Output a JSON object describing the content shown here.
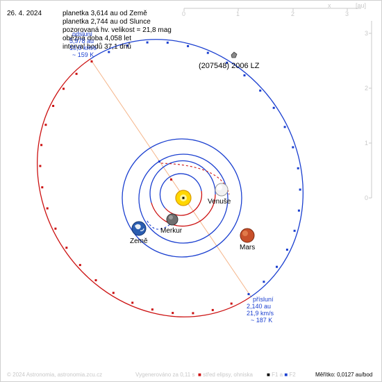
{
  "date": "26. 4. 2024",
  "info_lines": [
    "planetka 3,614 au od Země",
    "planetka 2,744 au od Slunce",
    "pozorovaná hv. velikost = 21,8 mag",
    "oběžná doba 4,058 let",
    "interval bodů 37,1 dnů"
  ],
  "aphelion": {
    "label": "odsluní",
    "dist": "5,978 au",
    "speed": "10,0 km/s",
    "temp": "~ 159 K"
  },
  "perihelion": {
    "label": "přísluní",
    "dist": "2,140 au",
    "speed": "21,9 km/s",
    "temp": "~ 187 K"
  },
  "top_axis": {
    "label": "x",
    "unit": "[au]",
    "ticks": [
      "0",
      "1",
      "2",
      "3"
    ]
  },
  "right_axis": {
    "ticks": [
      "3",
      "2",
      "1",
      "0"
    ]
  },
  "bodies": {
    "asteroid": "(207548) 2006 LZ",
    "venus": "Venuše",
    "mercury": "Merkur",
    "earth": "Země",
    "mars": "Mars"
  },
  "footer": {
    "copyright": "© 2024 Astronomia, astronomia.zcu.cz",
    "generated": "Vygenerováno za 0,11 s",
    "legend_center": "střed elipsy, ohniska",
    "f1": "F1 a",
    "f2": "F2",
    "scale": "Měřítko: 0,0127 au/bod"
  },
  "colors": {
    "orbit_blue": "#1a3fd0",
    "orbit_red": "#cc1111",
    "apsis_line": "#f5b58a",
    "sun": "#ffd700",
    "mars": "#c8502a"
  }
}
